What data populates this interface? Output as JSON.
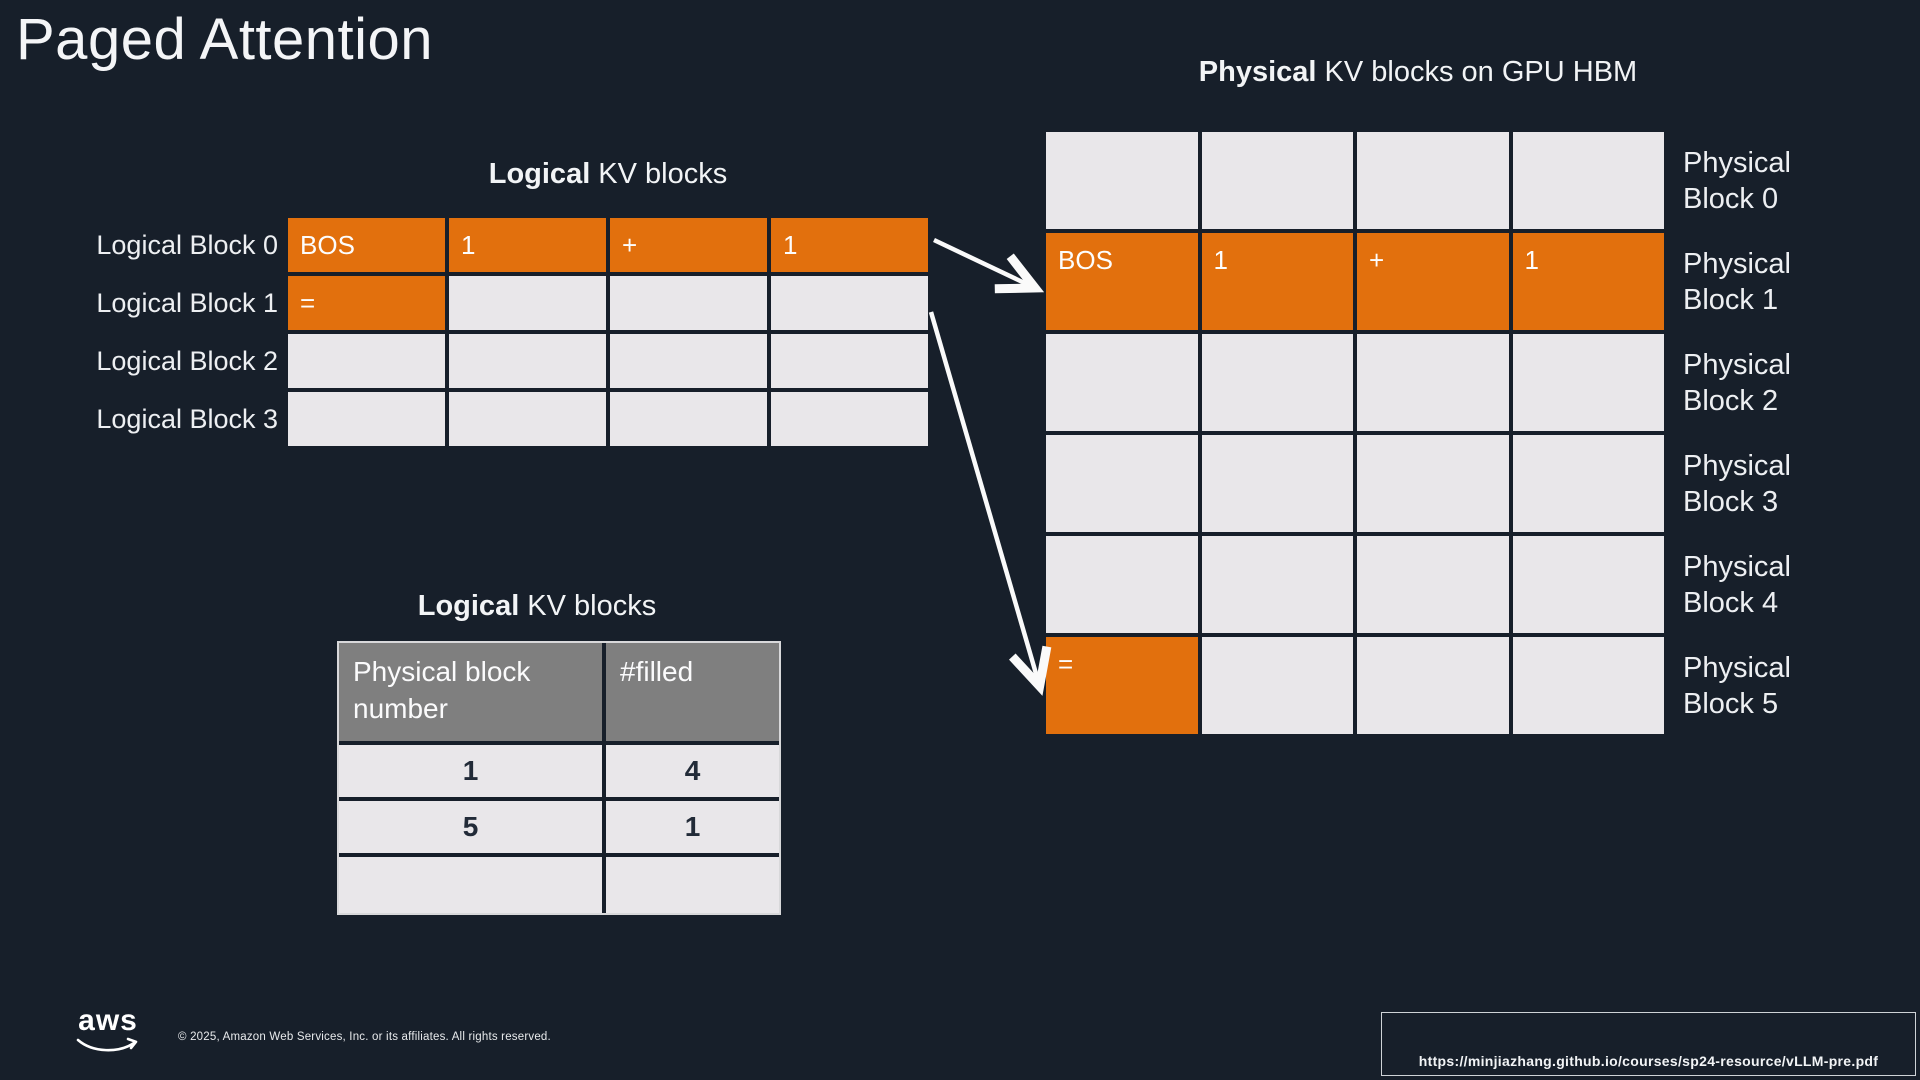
{
  "slide": {
    "title": "Paged Attention"
  },
  "colors": {
    "background": "#171F2A",
    "filled_orange": "#E2700D",
    "empty_gray": "#E9E7EA",
    "header_gray": "#7F7F7F"
  },
  "physical_header": {
    "bold": "Physical",
    "rest": " KV blocks on GPU HBM"
  },
  "logical_blocks": {
    "title_bold": "Logical",
    "title_rest": " KV blocks",
    "rows": [
      {
        "label": "Logical Block 0",
        "cells": [
          {
            "text": "BOS",
            "filled": true
          },
          {
            "text": "1",
            "filled": true
          },
          {
            "text": "+",
            "filled": true
          },
          {
            "text": "1",
            "filled": true
          }
        ]
      },
      {
        "label": "Logical Block 1",
        "cells": [
          {
            "text": "=",
            "filled": true
          },
          {
            "text": "",
            "filled": false
          },
          {
            "text": "",
            "filled": false
          },
          {
            "text": "",
            "filled": false
          }
        ]
      },
      {
        "label": "Logical Block 2",
        "cells": [
          {
            "text": "",
            "filled": false
          },
          {
            "text": "",
            "filled": false
          },
          {
            "text": "",
            "filled": false
          },
          {
            "text": "",
            "filled": false
          }
        ]
      },
      {
        "label": "Logical Block 3",
        "cells": [
          {
            "text": "",
            "filled": false
          },
          {
            "text": "",
            "filled": false
          },
          {
            "text": "",
            "filled": false
          },
          {
            "text": "",
            "filled": false
          }
        ]
      }
    ]
  },
  "physical_blocks": {
    "rows": [
      {
        "label": "Physical Block 0",
        "cells": [
          {
            "text": "",
            "filled": false
          },
          {
            "text": "",
            "filled": false
          },
          {
            "text": "",
            "filled": false
          },
          {
            "text": "",
            "filled": false
          }
        ]
      },
      {
        "label": "Physical Block 1",
        "cells": [
          {
            "text": "BOS",
            "filled": true
          },
          {
            "text": "1",
            "filled": true
          },
          {
            "text": "+",
            "filled": true
          },
          {
            "text": "1",
            "filled": true
          }
        ]
      },
      {
        "label": "Physical Block 2",
        "cells": [
          {
            "text": "",
            "filled": false
          },
          {
            "text": "",
            "filled": false
          },
          {
            "text": "",
            "filled": false
          },
          {
            "text": "",
            "filled": false
          }
        ]
      },
      {
        "label": "Physical Block 3",
        "cells": [
          {
            "text": "",
            "filled": false
          },
          {
            "text": "",
            "filled": false
          },
          {
            "text": "",
            "filled": false
          },
          {
            "text": "",
            "filled": false
          }
        ]
      },
      {
        "label": "Physical Block 4",
        "cells": [
          {
            "text": "",
            "filled": false
          },
          {
            "text": "",
            "filled": false
          },
          {
            "text": "",
            "filled": false
          },
          {
            "text": "",
            "filled": false
          }
        ]
      },
      {
        "label": "Physical Block 5",
        "cells": [
          {
            "text": "=",
            "filled": true
          },
          {
            "text": "",
            "filled": false
          },
          {
            "text": "",
            "filled": false
          },
          {
            "text": "",
            "filled": false
          }
        ]
      }
    ]
  },
  "block_table": {
    "title_bold": "Logical",
    "title_rest": " KV blocks",
    "headers": [
      "Physical block number",
      "#filled"
    ],
    "rows": [
      [
        "1",
        "4"
      ],
      [
        "5",
        "1"
      ],
      [
        "",
        ""
      ]
    ]
  },
  "footer": {
    "logo_text": "aws",
    "copyright": "© 2025, Amazon Web Services, Inc. or its affiliates. All rights reserved.",
    "source_url": "https://minjiazhang.github.io/courses/sp24-resource/vLLM-pre.pdf"
  }
}
